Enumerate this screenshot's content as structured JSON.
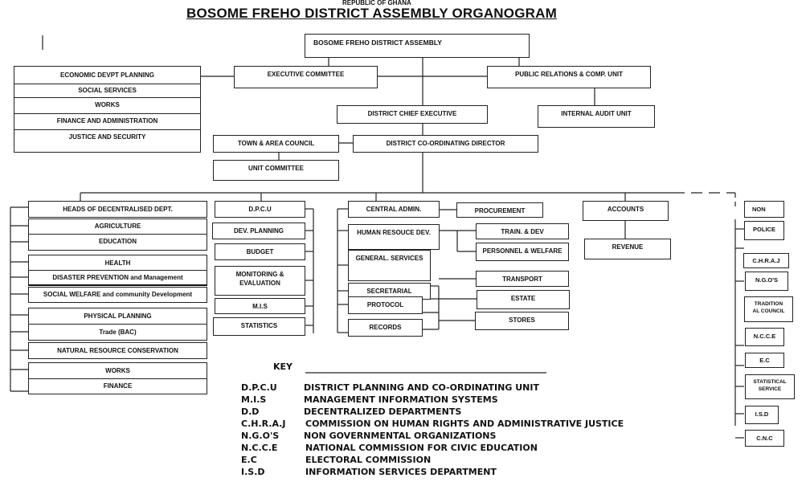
{
  "header": {
    "country": "REPUBLIC OF GHANA",
    "title": "BOSOME FREHO DISTRICT ASSEMBLY ORGANOGRAM"
  },
  "top": {
    "assembly": "BOSOME FREHO DISTRICT ASSEMBLY",
    "sub_committees": [
      "ECONOMIC DEVPT PLANNING",
      "SOCIAL SERVICES",
      "WORKS",
      "FINANCE AND ADMINISTRATION",
      "JUSTICE AND SECURITY"
    ],
    "executive_committee": "EXECUTIVE COMMITTEE",
    "public_relations": "PUBLIC RELATIONS & COMP. UNIT",
    "dce": "DISTRICT CHIEF EXECUTIVE",
    "internal_audit": "INTERNAL AUDIT UNIT",
    "town_area_council": "TOWN & AREA COUNCIL",
    "dcd": "DISTRICT CO-ORDINATING DIRECTOR",
    "unit_committee": "UNIT COMMITTEE"
  },
  "departments": [
    "HEADS OF DECENTRALISED DEPT.",
    "AGRICULTURE",
    "EDUCATION",
    "HEALTH",
    "DISASTER PREVENTION and Management",
    "SOCIAL WELFARE and community Development",
    "PHYSICAL PLANNING",
    "Trade (BAC)",
    "NATURAL RESOURCE CONSERVATION",
    "WORKS",
    "FINANCE"
  ],
  "dpcu": [
    "D.P.C.U",
    "DEV. PLANNING",
    "BUDGET",
    "MONITORING & EVALUATION",
    "M.I.S",
    "STATISTICS"
  ],
  "central": [
    "CENTRAL ADMIN.",
    "HUMAN RESOUCE DEV.",
    "GENERAL. SERVICES",
    "SECRETARIAL",
    "PROTOCOL",
    "RECORDS"
  ],
  "central_sub": [
    "PROCUREMENT",
    "TRAIN. & DEV",
    "PERSONNEL & WELFARE",
    "TRANSPORT",
    "ESTATE",
    "STORES"
  ],
  "accounts": [
    "ACCOUNTS",
    "REVENUE"
  ],
  "non": [
    "NON",
    "POLICE",
    "C.H.R.A.J",
    "N.G.O'S",
    "TRADITION AL COUNCIL",
    "N.C.C.E",
    "E.C",
    "STATISTICAL SERVICE",
    "I.S.D",
    "C.N.C"
  ],
  "key": {
    "title": "KEY",
    "items": [
      {
        "abbr": "D.P.C.U",
        "meaning": "DISTRICT PLANNING AND CO-ORDINATING UNIT"
      },
      {
        "abbr": "M.I.S",
        "meaning": "MANAGEMENT INFORMATION SYSTEMS"
      },
      {
        "abbr": "D.D",
        "meaning": "DECENTRALIZED DEPARTMENTS"
      },
      {
        "abbr": "C.H.R.A.J",
        "meaning": "COMMISSION ON HUMAN RIGHTS AND ADMINISTRATIVE JUSTICE"
      },
      {
        "abbr": "N.G.O'S",
        "meaning": "NON GOVERNMENTAL ORGANIZATIONS"
      },
      {
        "abbr": "N.C.C.E",
        "meaning": "NATIONAL COMMISSION FOR CIVIC EDUCATION"
      },
      {
        "abbr": "E.C",
        "meaning": "ELECTORAL COMMISSION"
      },
      {
        "abbr": "I.S.D",
        "meaning": "INFORMATION SERVICES DEPARTMENT"
      }
    ]
  }
}
